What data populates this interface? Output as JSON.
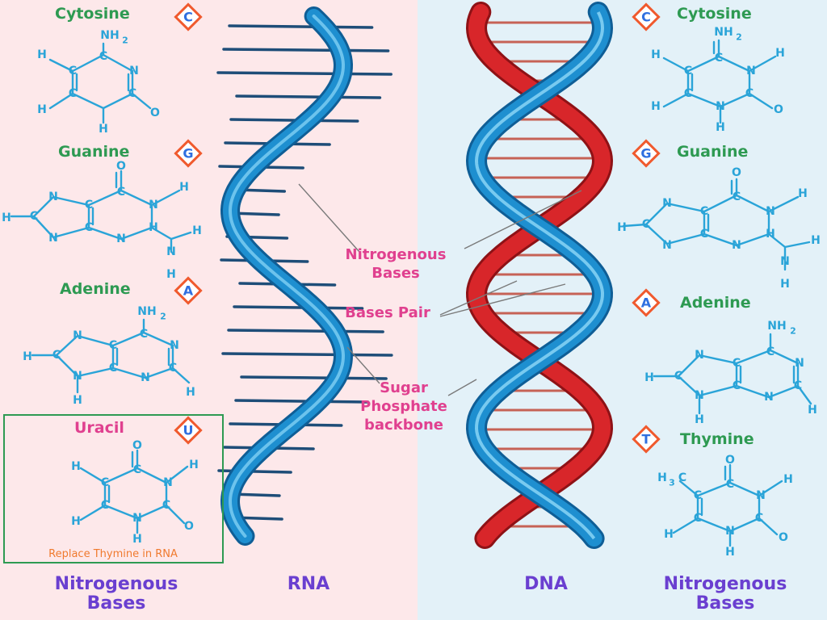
{
  "nucleotides_left": [
    {
      "name": "Cytosine",
      "letter": "C"
    },
    {
      "name": "Guanine",
      "letter": "G"
    },
    {
      "name": "Adenine",
      "letter": "A"
    }
  ],
  "uracil": {
    "name": "Uracil",
    "letter": "U",
    "note": "Replace Thymine in RNA"
  },
  "nucleotides_right": [
    {
      "name": "Cytosine",
      "letter": "C"
    },
    {
      "name": "Guanine",
      "letter": "G"
    },
    {
      "name": "Adenine",
      "letter": "A"
    },
    {
      "name": "Thymine",
      "letter": "T"
    }
  ],
  "callouts": {
    "nitrogenous_bases_1": "Nitrogenous",
    "nitrogenous_bases_2": "Bases",
    "bases_pair": "Bases Pair",
    "sugar_1": "Sugar",
    "sugar_2": "Phosphate",
    "sugar_3": "backbone"
  },
  "bottom_labels": {
    "left_1": "Nitrogenous",
    "left_2": "Bases",
    "rna": "RNA",
    "dna": "DNA",
    "right_1": "Nitrogenous",
    "right_2": "Bases"
  },
  "atoms": {
    "cytosine": [
      "NH",
      "2",
      "H",
      "C",
      "N",
      "H",
      "C",
      "C",
      "O",
      "C",
      "H",
      "H",
      "N",
      "H"
    ],
    "guanine": [
      "O",
      "C",
      "N",
      "H",
      "H",
      "C",
      "N",
      "C",
      "C",
      "N",
      "N",
      "H",
      "H",
      "N",
      "H"
    ],
    "adenine": [
      "NH",
      "2",
      "C",
      "N",
      "N",
      "C",
      "C",
      "H",
      "C",
      "N",
      "N",
      "H",
      "C",
      "H"
    ],
    "uracil": [
      "O",
      "C",
      "H",
      "N",
      "H",
      "C",
      "C",
      "C",
      "H",
      "N",
      "O",
      "H"
    ],
    "thymine": [
      "H",
      "3",
      "C",
      "O",
      "C",
      "C",
      "N",
      "H",
      "C",
      "C",
      "H",
      "N",
      "O",
      "H"
    ]
  },
  "colors": {
    "left_bg": "#fde8ea",
    "right_bg": "#e3f1f8",
    "blue_strand": "#1e8fd0",
    "red_strand": "#d8262a",
    "rna_rungs": "#1e4d78",
    "atom_blue": "#2aa4d8",
    "name_green": "#2e9a52",
    "callout_pink": "#e0408f",
    "bottom_purple": "#6a3fd0",
    "badge_orange": "#f05a2e",
    "badge_letter": "#2f6fe0"
  },
  "icons": {
    "badge": "diamond-badge"
  }
}
